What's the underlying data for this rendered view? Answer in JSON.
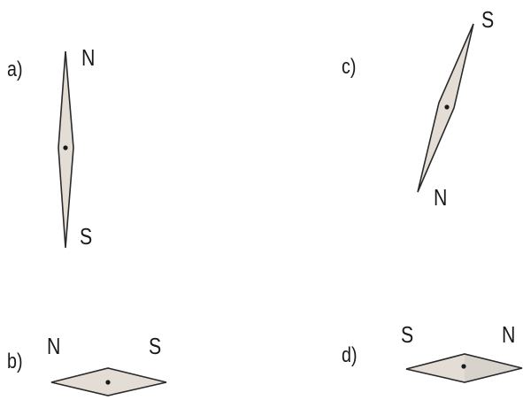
{
  "panels": [
    {
      "id": "a",
      "label": "a)",
      "north_label": "N",
      "south_label": "S"
    },
    {
      "id": "b",
      "label": "b)",
      "north_label": "N",
      "south_label": "S"
    },
    {
      "id": "c",
      "label": "c)",
      "north_label": "N",
      "south_label": "S"
    },
    {
      "id": "d",
      "label": "d)",
      "north_label": "N",
      "south_label": "S"
    }
  ],
  "colors": {
    "needle_fill": "#e4ddd5",
    "stroke": "#2a2a2a",
    "shaded_half": "#d8d2cc"
  }
}
